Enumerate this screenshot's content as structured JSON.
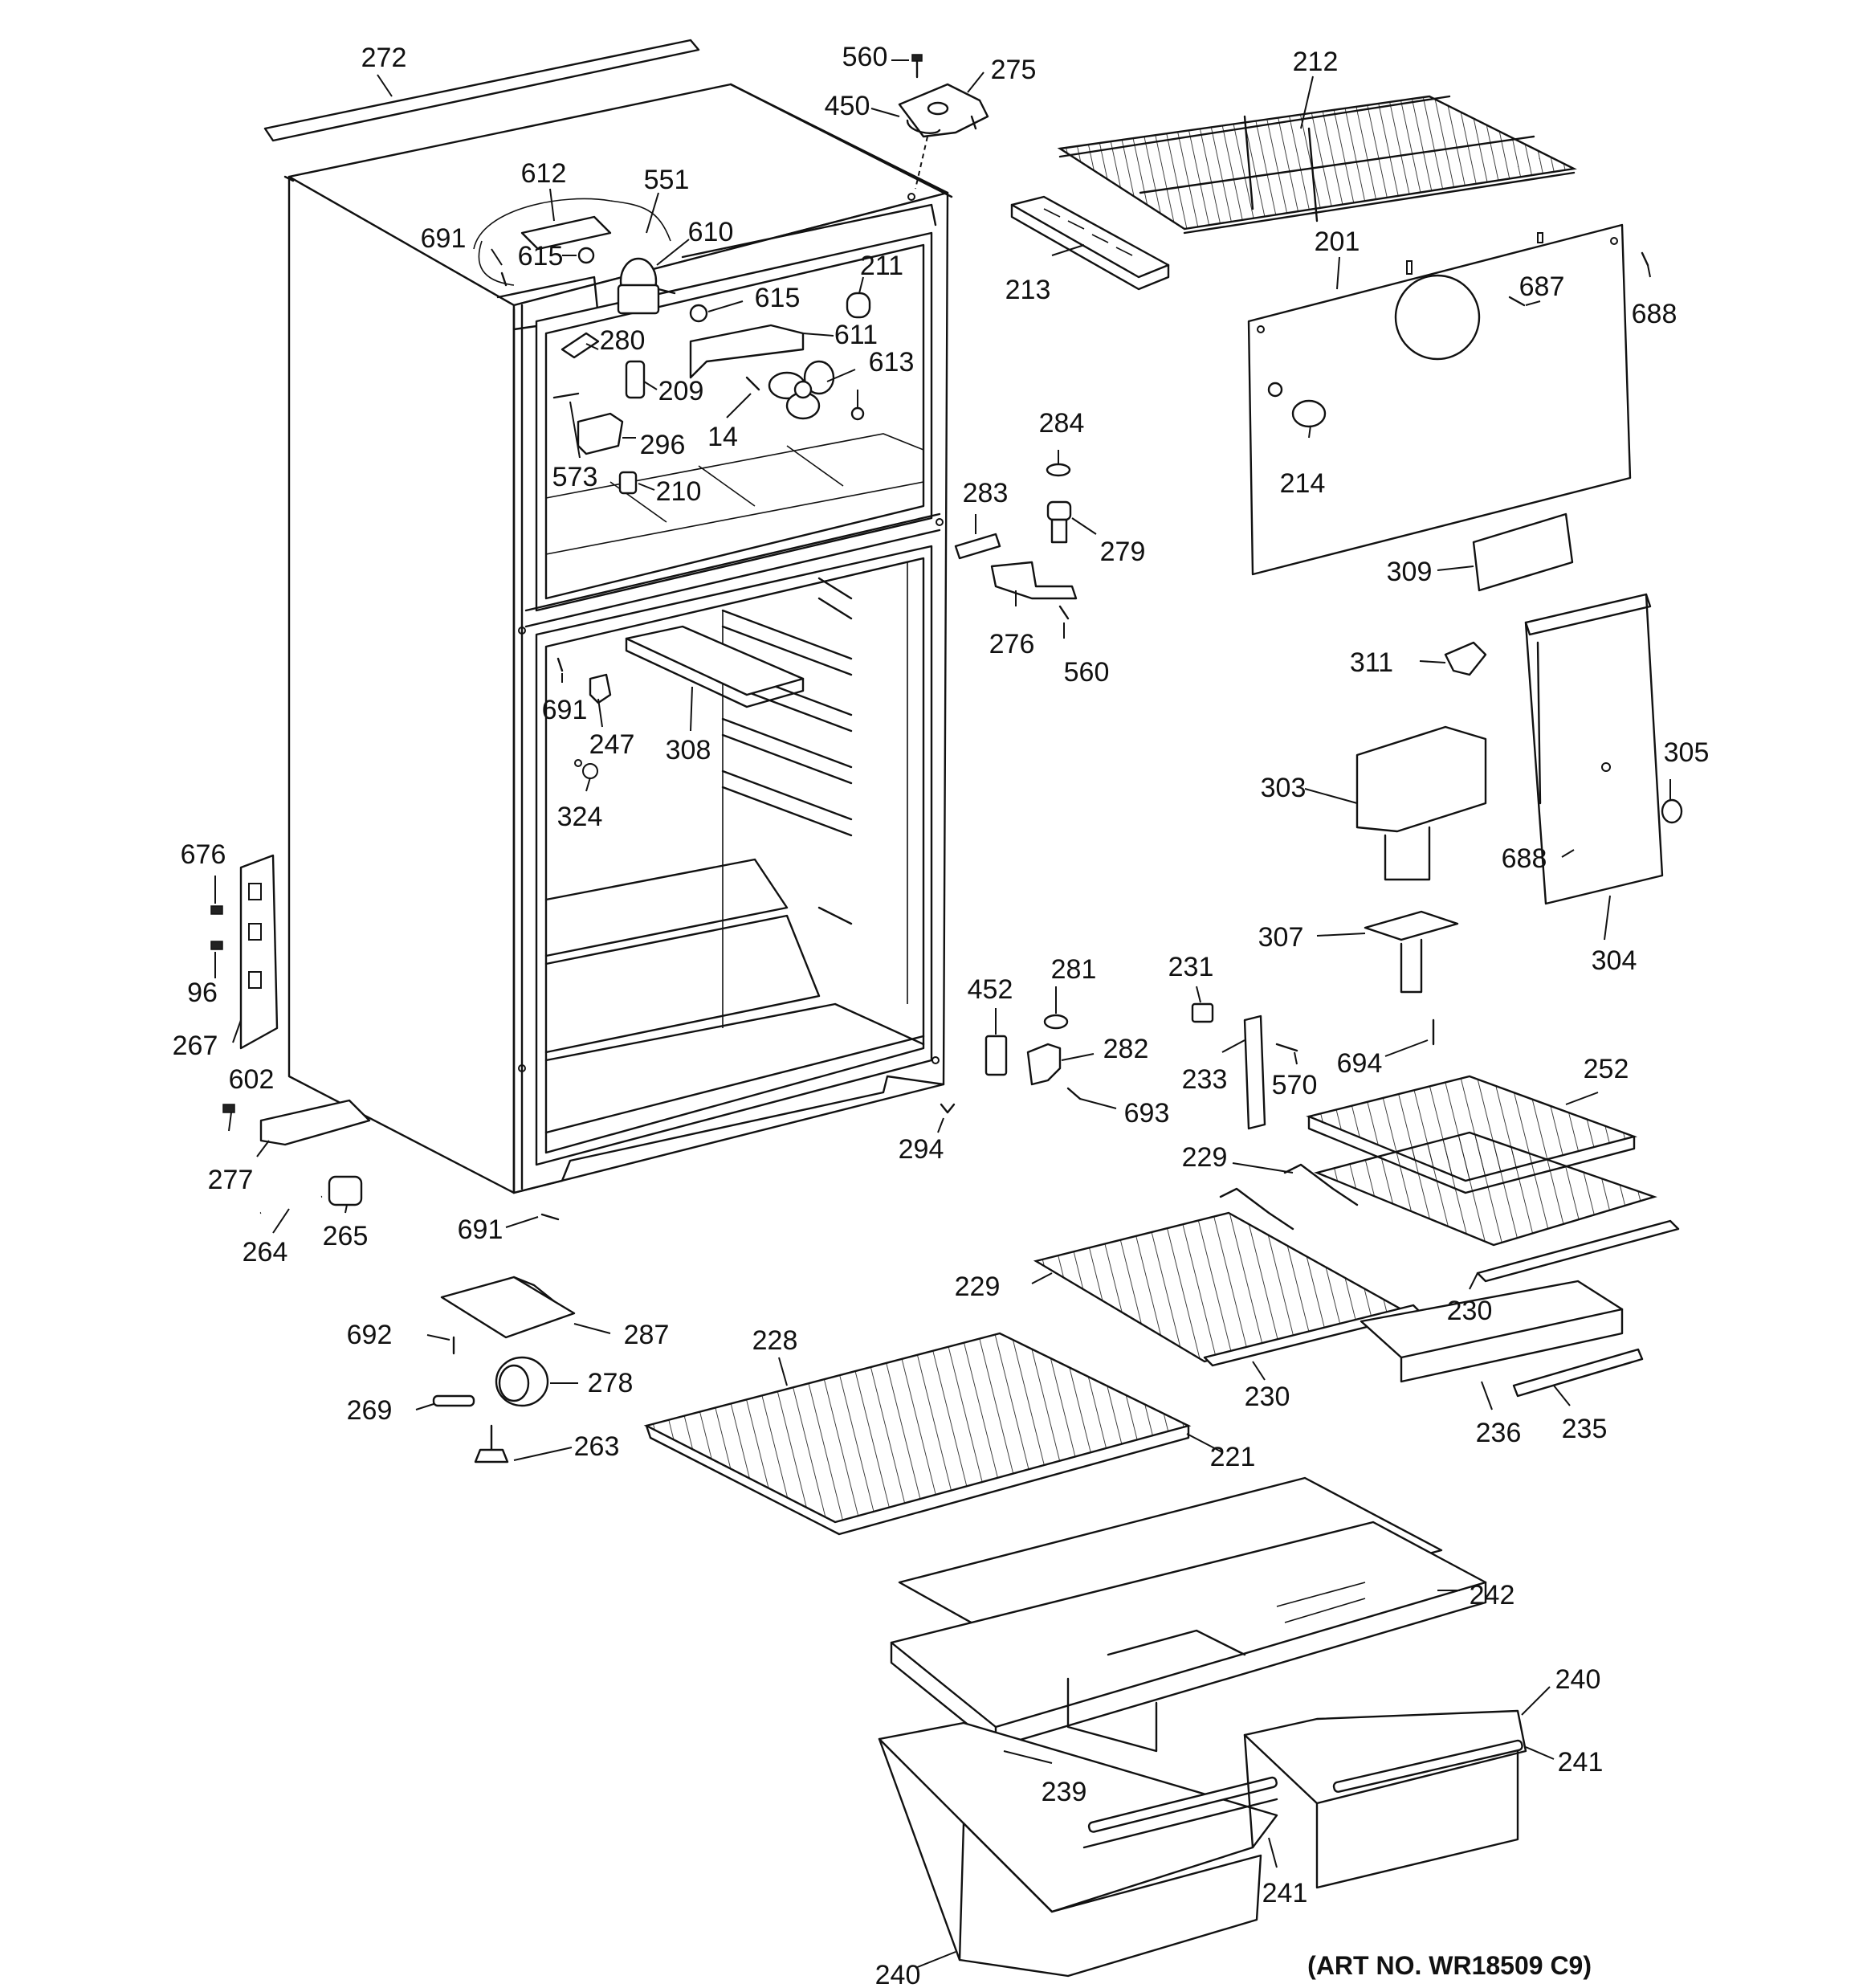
{
  "art_number": "(ART NO. WR18509 C9)",
  "callouts": [
    {
      "id": "c1",
      "text": "272"
    },
    {
      "id": "c2",
      "text": "560"
    },
    {
      "id": "c3",
      "text": "275"
    },
    {
      "id": "c4",
      "text": "450"
    },
    {
      "id": "c5",
      "text": "212"
    },
    {
      "id": "c6",
      "text": "612"
    },
    {
      "id": "c7",
      "text": "551"
    },
    {
      "id": "c8",
      "text": "691"
    },
    {
      "id": "c9",
      "text": "615"
    },
    {
      "id": "c10",
      "text": "610"
    },
    {
      "id": "c11",
      "text": "211"
    },
    {
      "id": "c12",
      "text": "615"
    },
    {
      "id": "c13",
      "text": "611"
    },
    {
      "id": "c14",
      "text": "280"
    },
    {
      "id": "c15",
      "text": "209"
    },
    {
      "id": "c16",
      "text": "613"
    },
    {
      "id": "c17",
      "text": "14"
    },
    {
      "id": "c18",
      "text": "296"
    },
    {
      "id": "c19",
      "text": "573"
    },
    {
      "id": "c20",
      "text": "210"
    },
    {
      "id": "c21",
      "text": "213"
    },
    {
      "id": "c22",
      "text": "201"
    },
    {
      "id": "c23",
      "text": "687"
    },
    {
      "id": "c24",
      "text": "688"
    },
    {
      "id": "c25",
      "text": "214"
    },
    {
      "id": "c26",
      "text": "284"
    },
    {
      "id": "c27",
      "text": "283"
    },
    {
      "id": "c28",
      "text": "279"
    },
    {
      "id": "c29",
      "text": "276"
    },
    {
      "id": "c30",
      "text": "560"
    },
    {
      "id": "c31",
      "text": "309"
    },
    {
      "id": "c32",
      "text": "311"
    },
    {
      "id": "c33",
      "text": "305"
    },
    {
      "id": "c34",
      "text": "303"
    },
    {
      "id": "c35",
      "text": "688"
    },
    {
      "id": "c36",
      "text": "304"
    },
    {
      "id": "c37",
      "text": "307"
    },
    {
      "id": "c38",
      "text": "691"
    },
    {
      "id": "c39",
      "text": "247"
    },
    {
      "id": "c40",
      "text": "308"
    },
    {
      "id": "c41",
      "text": "324"
    },
    {
      "id": "c42",
      "text": "676"
    },
    {
      "id": "c43",
      "text": "96"
    },
    {
      "id": "c44",
      "text": "267"
    },
    {
      "id": "c45",
      "text": "452"
    },
    {
      "id": "c46",
      "text": "281"
    },
    {
      "id": "c47",
      "text": "282"
    },
    {
      "id": "c48",
      "text": "693"
    },
    {
      "id": "c49",
      "text": "231"
    },
    {
      "id": "c50",
      "text": "233"
    },
    {
      "id": "c51",
      "text": "570"
    },
    {
      "id": "c52",
      "text": "694"
    },
    {
      "id": "c53",
      "text": "252"
    },
    {
      "id": "c54",
      "text": "602"
    },
    {
      "id": "c55",
      "text": "277"
    },
    {
      "id": "c56",
      "text": "294"
    },
    {
      "id": "c57",
      "text": "229"
    },
    {
      "id": "c58",
      "text": "264"
    },
    {
      "id": "c59",
      "text": "265"
    },
    {
      "id": "c60",
      "text": "691"
    },
    {
      "id": "c61",
      "text": "229"
    },
    {
      "id": "c62",
      "text": "230"
    },
    {
      "id": "c63",
      "text": "692"
    },
    {
      "id": "c64",
      "text": "287"
    },
    {
      "id": "c65",
      "text": "228"
    },
    {
      "id": "c66",
      "text": "230"
    },
    {
      "id": "c67",
      "text": "278"
    },
    {
      "id": "c68",
      "text": "236"
    },
    {
      "id": "c69",
      "text": "235"
    },
    {
      "id": "c70",
      "text": "269"
    },
    {
      "id": "c71",
      "text": "263"
    },
    {
      "id": "c72",
      "text": "221"
    },
    {
      "id": "c73",
      "text": "242"
    },
    {
      "id": "c74",
      "text": "240"
    },
    {
      "id": "c75",
      "text": "241"
    },
    {
      "id": "c76",
      "text": "239"
    },
    {
      "id": "c77",
      "text": "241"
    },
    {
      "id": "c78",
      "text": "240"
    }
  ]
}
